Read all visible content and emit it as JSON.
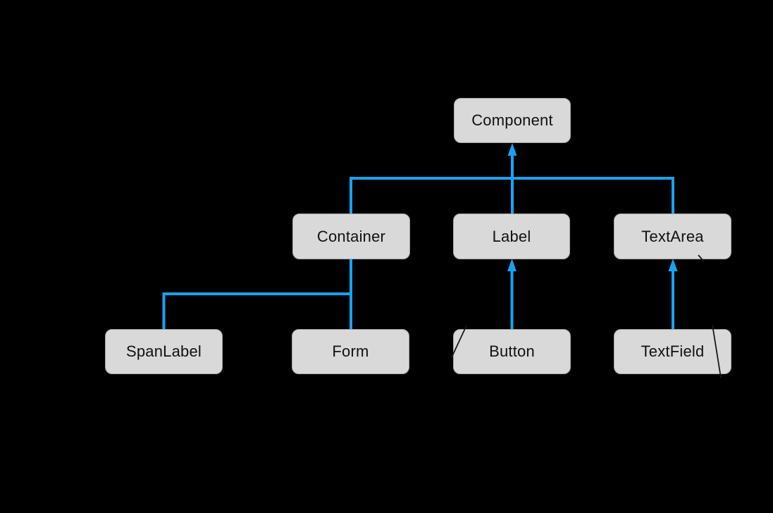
{
  "colors": {
    "background": "#000000",
    "connector": "#16A3F2",
    "nodeFill": "#D9D9D9",
    "nodeBorder": "#A6A6A6",
    "nodeText": "#111111",
    "annotation": "#1A1A1A"
  },
  "diagram": {
    "type": "class-inheritance-tree",
    "nodes": [
      {
        "id": "component",
        "label": "Component"
      },
      {
        "id": "container",
        "label": "Container"
      },
      {
        "id": "label",
        "label": "Label"
      },
      {
        "id": "textarea",
        "label": "TextArea"
      },
      {
        "id": "spanlabel",
        "label": "SpanLabel"
      },
      {
        "id": "form",
        "label": "Form"
      },
      {
        "id": "button",
        "label": "Button"
      },
      {
        "id": "textfield",
        "label": "TextField"
      }
    ],
    "edges": [
      {
        "child": "Container",
        "parent": "Component",
        "arrowhead": true
      },
      {
        "child": "Label",
        "parent": "Component",
        "arrowhead": true
      },
      {
        "child": "TextArea",
        "parent": "Component",
        "arrowhead": true
      },
      {
        "child": "SpanLabel",
        "parent": "Container",
        "arrowhead": false
      },
      {
        "child": "Form",
        "parent": "Container",
        "arrowhead": false
      },
      {
        "child": "Button",
        "parent": "Label",
        "arrowhead": true
      },
      {
        "child": "TextField",
        "parent": "TextArea",
        "arrowhead": true
      }
    ],
    "artifacts": [
      {
        "name": "slash-mark-button-left"
      },
      {
        "name": "slash-mark-textfield-right"
      },
      {
        "name": "tick-mark-textarea-bottom"
      }
    ]
  }
}
